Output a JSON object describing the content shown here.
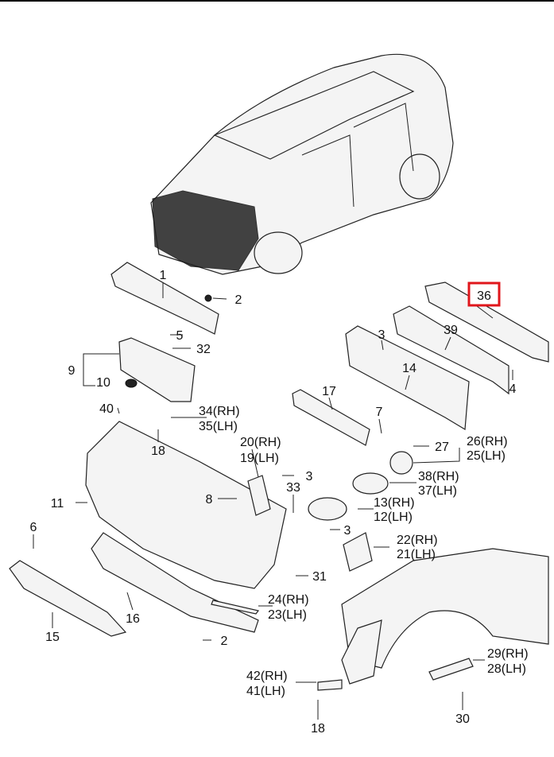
{
  "diagram": {
    "highlight_color": "#e0161b",
    "highlighted_part": "36",
    "labels": {
      "p1": "1",
      "p2a": "2",
      "p36": "36",
      "p3a": "3",
      "p39": "39",
      "p5": "5",
      "p32": "32",
      "p9": "9",
      "p10": "10",
      "p14": "14",
      "p4": "4",
      "p17": "17",
      "p40": "40",
      "p7": "7",
      "p34": "34(RH)",
      "p35": "35(LH)",
      "p18a": "18",
      "p20": "20(RH)",
      "p19": "19(LH)",
      "p27": "27",
      "p26": "26(RH)",
      "p25": "25(LH)",
      "p3b": "3",
      "p38": "38(RH)",
      "p37": "37(LH)",
      "p11": "11",
      "p8": "8",
      "p33": "33",
      "p13": "13(RH)",
      "p12": "12(LH)",
      "p6": "6",
      "p3c": "3",
      "p22": "22(RH)",
      "p21": "21(LH)",
      "p31": "31",
      "p24": "24(RH)",
      "p23": "23(LH)",
      "p16": "16",
      "p15": "15",
      "p2b": "2",
      "p29": "29(RH)",
      "p28": "28(LH)",
      "p42": "42(RH)",
      "p41": "41(LH)",
      "p30": "30",
      "p18b": "18"
    }
  }
}
